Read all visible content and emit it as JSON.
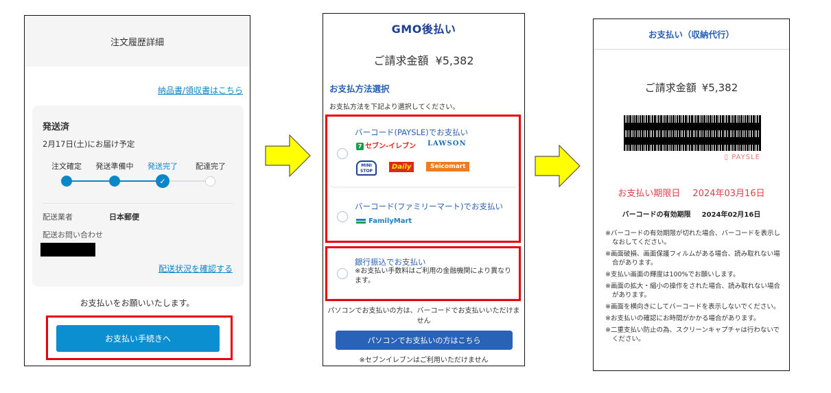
{
  "step1": {
    "header_title": "注文履歴詳細",
    "invoice_link": "納品書/領収書はこちら",
    "shipment": {
      "status": "発送済",
      "eta": "2月17日(土)にお届け予定",
      "steps": [
        {
          "label": "注文確定",
          "state": "done"
        },
        {
          "label": "発送準備中",
          "state": "done"
        },
        {
          "label": "発送完了",
          "state": "current"
        },
        {
          "label": "配達完了",
          "state": "pending"
        }
      ],
      "carrier_label": "配送業者",
      "carrier_value": "日本郵便",
      "inquiry_label": "配送お問い合わせ",
      "tracking_link": "配送状況を確認する"
    },
    "payment_request": "お支払いをお願いいたします。",
    "pay_button": "お支払い手続きへ",
    "colors": {
      "accent": "#0b8fd0",
      "highlight": "#e8000b"
    }
  },
  "step2": {
    "logo": "GMO後払い",
    "amount_label": "ご請求金額",
    "amount_value": "¥5,382",
    "section_title": "お支払方法選択",
    "section_desc": "お支払方法を下記より選択してください。",
    "options": [
      {
        "title": "バーコード(PAYSLE)でお支払い",
        "brands": [
          "セブン-イレブン",
          "LAWSON",
          "MINI STOP",
          "Daily",
          "Seicomart"
        ]
      },
      {
        "title": "バーコード(ファミリーマート)でお支払い",
        "brands": [
          "FamilyMart"
        ]
      },
      {
        "title": "銀行振込でお支払い",
        "note": "※お支払い手数料はご利用の金融機関により異なります。"
      }
    ],
    "pc_note": "パソコンでお支払いの方は、バーコードでお支払いいただけません",
    "pc_button": "パソコンでお支払いの方はこちら",
    "pc_sub": "※セブンイレブンはご利用いただけません",
    "colors": {
      "accent": "#2a62b8"
    }
  },
  "step3": {
    "header_title": "お支払い（収納代行）",
    "amount_label": "ご請求金額",
    "amount_value": "¥5,382",
    "paysle_label": "PAYSLE",
    "deadline_label": "お支払い期限日",
    "deadline_value": "2024年03月16日",
    "expiry_label": "バーコードの有効期限",
    "expiry_value": "2024年02月16日",
    "notes": [
      "※バーコードの有効期限が切れた場合、バーコードを表示しなおしてください。",
      "※画面破損、画面保護フィルムがある場合、読み取れない場合があります。",
      "※支払い画面の輝度は100%でお願いします。",
      "※画面の拡大・縮小の操作をされた場合、読み取れない場合があります。",
      "※画面を横向きにしてバーコードを表示しないでください。",
      "※お支払いの確認にお時間がかかる場合があります。",
      "※二重支払い防止の為、スクリーンキャプチャは行わないでください。"
    ],
    "colors": {
      "deadline": "#d9424a"
    }
  },
  "arrows": {
    "color": "#ffff00"
  }
}
